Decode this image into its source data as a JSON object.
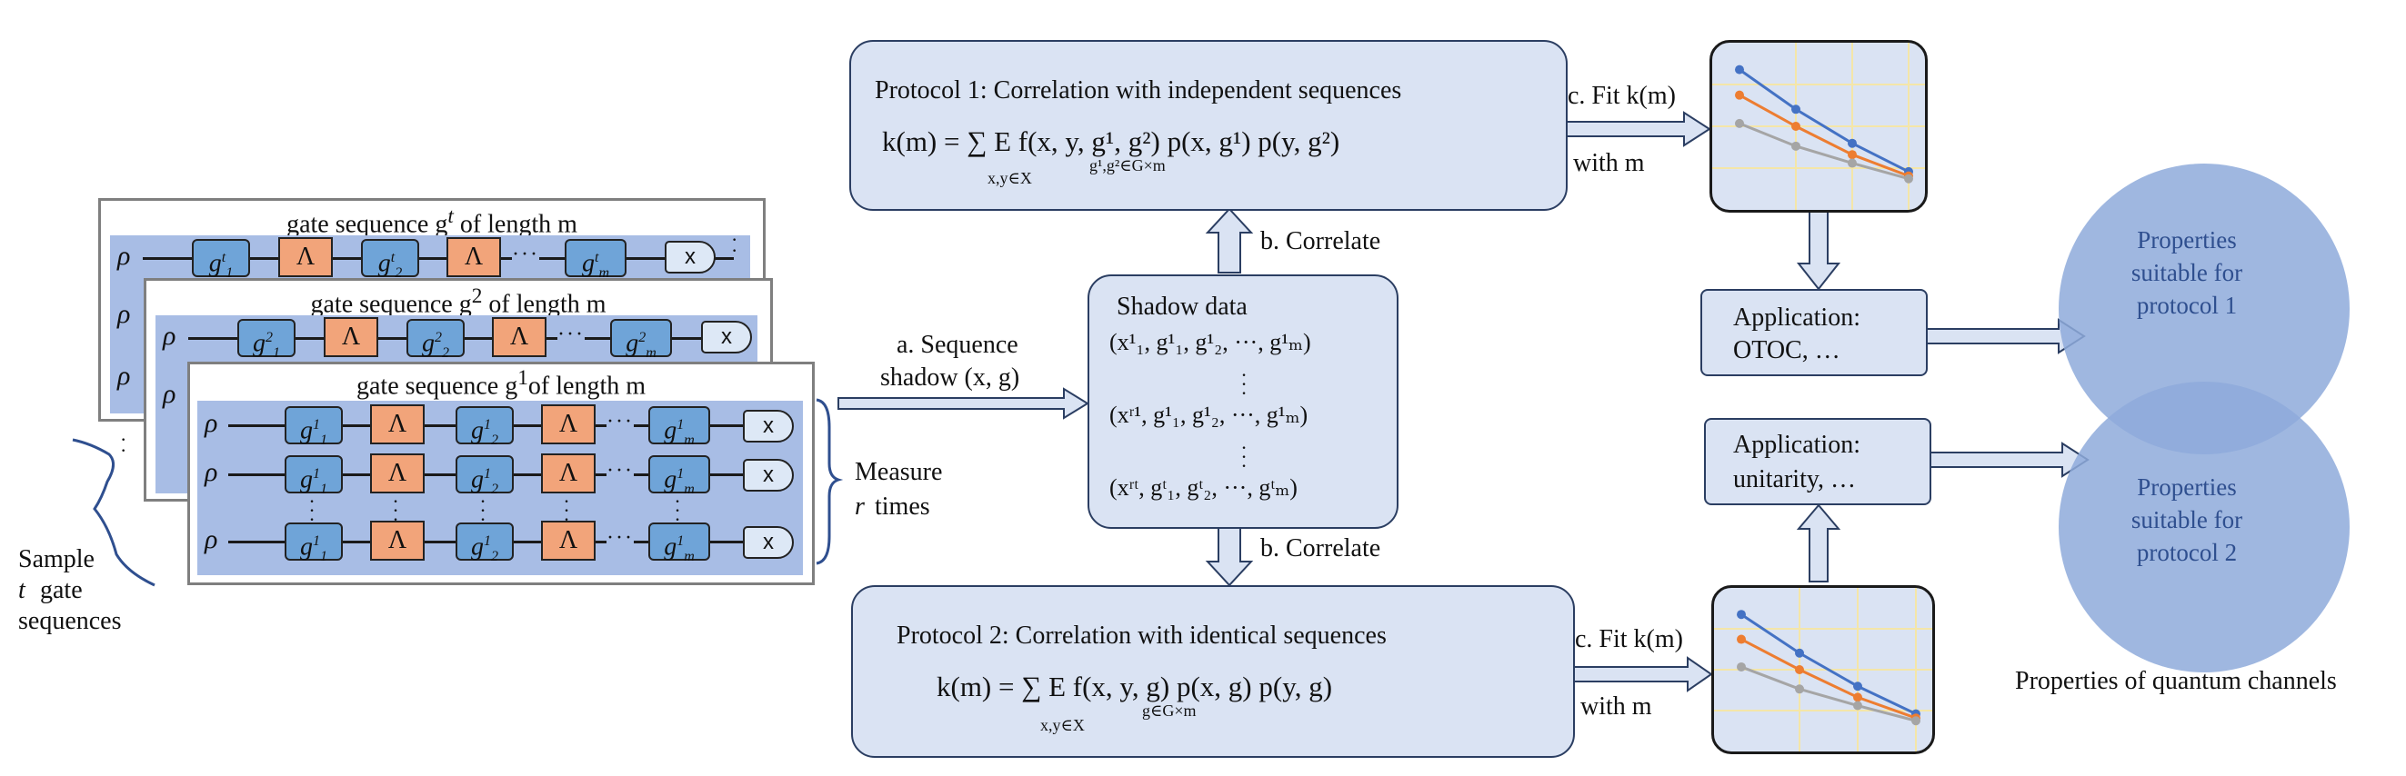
{
  "circuit": {
    "panel_back_title": "gate sequence g",
    "panel_back_title_sup": "t",
    "panel_back_title_tail": " of length m",
    "panel_mid_title": "gate sequence g",
    "panel_mid_title_sup": "2",
    "panel_mid_title_tail": " of length m",
    "panel_front_title": "gate sequence g",
    "panel_front_title_sup": "1",
    "panel_front_title_tail": "of length m",
    "rho": "ρ",
    "lambda": "Λ",
    "measure_symbol": "x",
    "ellipsis": "···",
    "back_gates": [
      "g",
      "g",
      "g"
    ],
    "measure_label_1": "Measure",
    "measure_label_2": "times",
    "measure_label_var": "r",
    "sample_label_1": "Sample",
    "sample_label_var": "t",
    "sample_label_2": "gate",
    "sample_label_3": "sequences"
  },
  "arrows": {
    "sequence_label_1": "a. Sequence",
    "sequence_label_2": "shadow (x, g)",
    "correlate_top": "b. Correlate",
    "correlate_bottom": "b. Correlate",
    "fit_top": "c. Fit k(m)",
    "fit_bottom": "c. Fit k(m)",
    "with_m_top": "with m",
    "with_m_bottom": "with m"
  },
  "shadow": {
    "title": "Shadow data",
    "row1": "(x",
    "rowA": "(x¹₁, g¹₁, g¹₂, ···, g¹ₘ)",
    "rowB": "(xʳ¹, g¹₁, g¹₂, ···, g¹ₘ)",
    "rowC": "(xʳᵗ, gᵗ₁, gᵗ₂, ···, gᵗₘ)"
  },
  "protocol1": {
    "title": "Protocol 1: Correlation with independent sequences",
    "equation": "k(m) = ∑ E f(x, y, g¹, g²) p(x, g¹) p(y, g²)",
    "sum_sub": "x,y∈X",
    "expect_sub": "g¹,g²∈G×m"
  },
  "protocol2": {
    "title": "Protocol 2: Correlation with identical sequences",
    "equation": "k(m) = ∑ E f(x, y, g) p(x, g) p(y, g)",
    "sum_sub": "x,y∈X",
    "expect_sub": "g∈G×m"
  },
  "application1": {
    "line1": "Application:",
    "line2": "OTOC, …"
  },
  "application2": {
    "line1": "Application:",
    "line2": "unitarity, …"
  },
  "venn": {
    "circle1": [
      "Properties",
      "suitable for",
      "protocol 1"
    ],
    "circle2": [
      "Properties",
      "suitable for",
      "protocol 2"
    ],
    "caption": "Properties of quantum channels"
  },
  "colors": {
    "box_fill": "#dae3f3",
    "box_border": "#2b3e62",
    "gate_blue": "#6fa4d8",
    "lambda_orange": "#f2a47a",
    "circuit_bg": "#a8bde5",
    "venn_blue": "#8eaadb",
    "series_blue": "#4472c4",
    "series_orange": "#ed7d31",
    "series_gray": "#a5a5a5"
  },
  "chart_data": {
    "type": "line",
    "series": [
      {
        "values": [
          0.9,
          0.62,
          0.38,
          0.18
        ]
      },
      {
        "values": [
          0.72,
          0.5,
          0.3,
          0.15
        ]
      },
      {
        "values": [
          0.52,
          0.36,
          0.24,
          0.13
        ]
      }
    ]
  }
}
